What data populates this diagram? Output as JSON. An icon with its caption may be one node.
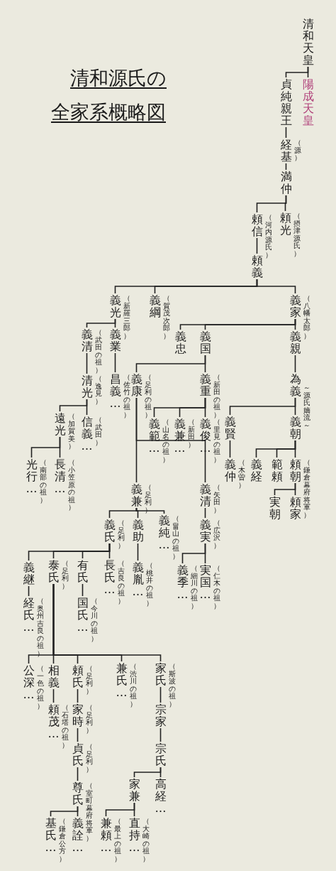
{
  "diagram": {
    "title": "清和源氏の全家系概略図",
    "nodes": [
      {
        "text": [
          "清和天皇"
        ]
      },
      {
        "text": [
          "陽成天皇"
        ]
      },
      {
        "text": [
          "貞純親王"
        ]
      },
      {
        "text": [
          "経基",
          "（源）"
        ]
      },
      {
        "text": [
          "満仲"
        ]
      },
      {
        "text": [
          "頼光",
          "（摂津源氏）"
        ]
      },
      {
        "text": [
          "頼信",
          "（河内源氏）"
        ]
      },
      {
        "text": [
          "頼義"
        ]
      },
      {
        "text": [
          "義光",
          "（新羅三郎）"
        ]
      },
      {
        "text": [
          "義綱",
          "（賀茂次郎）"
        ]
      },
      {
        "text": [
          "義家",
          "（八幡太郎）"
        ]
      },
      {
        "text": [
          "義清",
          "（武田の祖）"
        ]
      },
      {
        "text": [
          "義業"
        ]
      },
      {
        "text": [
          "清光",
          "（逸見）"
        ]
      },
      {
        "text": [
          "遠光",
          "（加賀美）"
        ]
      },
      {
        "text": [
          "信義…",
          "（武田）"
        ]
      },
      {
        "text": [
          "光行…",
          "（南部の祖）"
        ]
      },
      {
        "text": [
          "長清…",
          "（小笠原の祖）"
        ]
      },
      {
        "text": [
          "昌義…",
          "（佐竹の祖）"
        ]
      },
      {
        "text": [
          "義忠"
        ]
      },
      {
        "text": [
          "義国"
        ]
      },
      {
        "text": [
          "義親"
        ]
      },
      {
        "text": [
          "義康",
          "（足利の祖）"
        ]
      },
      {
        "text": [
          "義重",
          "（新田の祖）"
        ]
      },
      {
        "text": [
          "義範…",
          "（山名の祖）"
        ]
      },
      {
        "text": [
          "義兼…",
          "（新田）"
        ]
      },
      {
        "text": [
          "義俊…",
          "（里見の祖）"
        ]
      },
      {
        "text": [
          "為義",
          "～源氏嫡流～"
        ]
      },
      {
        "text": [
          "義賢"
        ]
      },
      {
        "text": [
          "義朝"
        ]
      },
      {
        "text": [
          "義仲",
          "（木曽）"
        ]
      },
      {
        "text": [
          "義経"
        ]
      },
      {
        "text": [
          "範頼"
        ]
      },
      {
        "text": [
          "頼朝",
          "（鎌倉幕府将軍）"
        ]
      },
      {
        "text": [
          "実朝"
        ]
      },
      {
        "text": [
          "頼家"
        ]
      },
      {
        "text": [
          "義兼",
          "（足利）"
        ]
      },
      {
        "text": [
          "義清",
          "（矢田）"
        ]
      },
      {
        "text": [
          "義氏",
          "（足利）"
        ]
      },
      {
        "text": [
          "義助"
        ]
      },
      {
        "text": [
          "義純…",
          "（畠山の祖）"
        ]
      },
      {
        "text": [
          "義実",
          "（広沢）"
        ]
      },
      {
        "text": [
          "義季…",
          "（細川の祖）"
        ]
      },
      {
        "text": [
          "実国…",
          "（仁木の祖）"
        ]
      },
      {
        "text": [
          "義継"
        ]
      },
      {
        "text": [
          "泰氏",
          "（足利）"
        ]
      },
      {
        "text": [
          "有氏"
        ]
      },
      {
        "text": [
          "長氏…",
          "（吉良の祖）"
        ]
      },
      {
        "text": [
          "義胤…",
          "（桃井の祖）"
        ]
      },
      {
        "text": [
          "経氏…",
          "（奥州吉良の祖）"
        ]
      },
      {
        "text": [
          "国氏…",
          "（今川の祖）"
        ]
      },
      {
        "text": [
          "公深…",
          "（一色の祖）"
        ]
      },
      {
        "text": [
          "相義"
        ]
      },
      {
        "text": [
          "頼氏",
          "（足利）"
        ]
      },
      {
        "text": [
          "兼氏…",
          "（渋川の祖）"
        ]
      },
      {
        "text": [
          "家氏",
          "（斯波の祖）"
        ]
      },
      {
        "text": [
          "頼茂…",
          "（石塔の祖）"
        ]
      },
      {
        "text": [
          "家時",
          "（足利）"
        ]
      },
      {
        "text": [
          "貞氏",
          "（足利）"
        ]
      },
      {
        "text": [
          "尊氏",
          "（室町幕府将軍）"
        ]
      },
      {
        "text": [
          "基氏…",
          "（鎌倉公方）"
        ]
      },
      {
        "text": [
          "義詮…"
        ]
      },
      {
        "text": [
          "宗家"
        ]
      },
      {
        "text": [
          "宗氏"
        ]
      },
      {
        "text": [
          "家兼"
        ]
      },
      {
        "text": [
          "高経…"
        ]
      },
      {
        "text": [
          "兼頼…",
          "（最上の祖）"
        ]
      },
      {
        "text": [
          "直持…",
          "（大崎の祖）"
        ]
      }
    ],
    "edges": [
      {
        "from": 0,
        "to": 1,
        "arrow": "none"
      },
      {
        "from": 0,
        "to": 2,
        "arrow": "none"
      },
      {
        "from": 2,
        "to": 3,
        "arrow": "none"
      },
      {
        "from": 3,
        "to": 4,
        "arrow": "none"
      },
      {
        "from": 4,
        "to": 5,
        "arrow": "none"
      },
      {
        "from": 4,
        "to": 6,
        "arrow": "none"
      },
      {
        "from": 6,
        "to": 7,
        "arrow": "none"
      },
      {
        "from": 7,
        "to": 8,
        "arrow": "none"
      },
      {
        "from": 7,
        "to": 9,
        "arrow": "none"
      },
      {
        "from": 7,
        "to": 10,
        "arrow": "none"
      },
      {
        "from": 8,
        "to": 11,
        "arrow": "none"
      },
      {
        "from": 8,
        "to": 12,
        "arrow": "none"
      },
      {
        "from": 11,
        "to": 13,
        "arrow": "none"
      },
      {
        "from": 13,
        "to": 14,
        "arrow": "none"
      },
      {
        "from": 13,
        "to": 15,
        "arrow": "none"
      },
      {
        "from": 14,
        "to": 16,
        "arrow": "none"
      },
      {
        "from": 14,
        "to": 17,
        "arrow": "none"
      },
      {
        "from": 12,
        "to": 18,
        "arrow": "none"
      },
      {
        "from": 10,
        "to": 19,
        "arrow": "none"
      },
      {
        "from": 10,
        "to": 20,
        "arrow": "none"
      },
      {
        "from": 10,
        "to": 21,
        "arrow": "none"
      },
      {
        "from": 20,
        "to": 22,
        "arrow": "none"
      },
      {
        "from": 20,
        "to": 23,
        "arrow": "none"
      },
      {
        "from": 23,
        "to": 24,
        "arrow": "none"
      },
      {
        "from": 23,
        "to": 25,
        "arrow": "none"
      },
      {
        "from": 23,
        "to": 26,
        "arrow": "none"
      },
      {
        "from": 21,
        "to": 27,
        "arrow": "none"
      },
      {
        "from": 27,
        "to": 28,
        "arrow": "none"
      },
      {
        "from": 27,
        "to": 29,
        "arrow": "none"
      },
      {
        "from": 28,
        "to": 30,
        "arrow": "none"
      },
      {
        "from": 29,
        "to": 31,
        "arrow": "none"
      },
      {
        "from": 29,
        "to": 32,
        "arrow": "none"
      },
      {
        "from": 29,
        "to": 33,
        "arrow": "none"
      },
      {
        "from": 33,
        "to": 34,
        "arrow": "none"
      },
      {
        "from": 33,
        "to": 35,
        "arrow": "none"
      },
      {
        "from": 22,
        "to": 36,
        "arrow": "none"
      },
      {
        "from": 22,
        "to": 37,
        "arrow": "none"
      },
      {
        "from": 36,
        "to": 38,
        "arrow": "none"
      },
      {
        "from": 36,
        "to": 39,
        "arrow": "none"
      },
      {
        "from": 36,
        "to": 40,
        "arrow": "none"
      },
      {
        "from": 37,
        "to": 41,
        "arrow": "none"
      },
      {
        "from": 41,
        "to": 42,
        "arrow": "none"
      },
      {
        "from": 41,
        "to": 43,
        "arrow": "none"
      },
      {
        "from": 38,
        "to": 44,
        "arrow": "none"
      },
      {
        "from": 38,
        "to": 45,
        "arrow": "none"
      },
      {
        "from": 38,
        "to": 46,
        "arrow": "none"
      },
      {
        "from": 38,
        "to": 47,
        "arrow": "none"
      },
      {
        "from": 39,
        "to": 48,
        "arrow": "none"
      },
      {
        "from": 44,
        "to": 49,
        "arrow": "none"
      },
      {
        "from": 46,
        "to": 50,
        "arrow": "none"
      },
      {
        "from": 45,
        "to": 51,
        "arrow": "none"
      },
      {
        "from": 45,
        "to": 52,
        "arrow": "none"
      },
      {
        "from": 45,
        "to": 53,
        "arrow": "none"
      },
      {
        "from": 45,
        "to": 54,
        "arrow": "none"
      },
      {
        "from": 45,
        "to": 55,
        "arrow": "none"
      },
      {
        "from": 52,
        "to": 56,
        "arrow": "none"
      },
      {
        "from": 53,
        "to": 57,
        "arrow": "none"
      },
      {
        "from": 57,
        "to": 58,
        "arrow": "none"
      },
      {
        "from": 58,
        "to": 59,
        "arrow": "none"
      },
      {
        "from": 59,
        "to": 60,
        "arrow": "none"
      },
      {
        "from": 59,
        "to": 61,
        "arrow": "none"
      },
      {
        "from": 55,
        "to": 62,
        "arrow": "none"
      },
      {
        "from": 62,
        "to": 63,
        "arrow": "none"
      },
      {
        "from": 63,
        "to": 64,
        "arrow": "none"
      },
      {
        "from": 63,
        "to": 65,
        "arrow": "none"
      },
      {
        "from": 64,
        "to": 66,
        "arrow": "none"
      },
      {
        "from": 64,
        "to": 67,
        "arrow": "none"
      }
    ]
  }
}
